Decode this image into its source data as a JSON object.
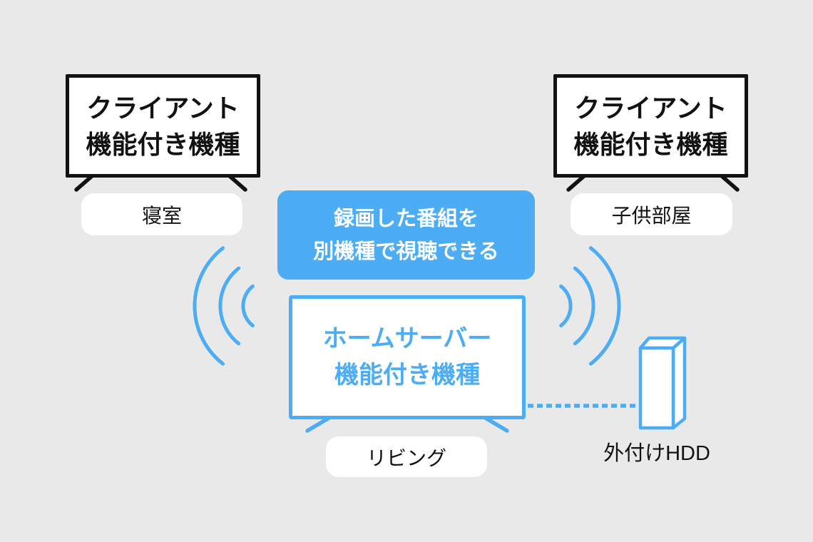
{
  "colors": {
    "background": "#E9E9E9",
    "accent": "#4CACF4",
    "ink": "#121212"
  },
  "clients": [
    {
      "name_line1": "クライアント",
      "name_line2": "機能付き機種",
      "room": "寝室"
    },
    {
      "name_line1": "クライアント",
      "name_line2": "機能付き機種",
      "room": "子供部屋"
    }
  ],
  "callout": {
    "line1": "録画した番組を",
    "line2": "別機種で視聴できる"
  },
  "server": {
    "name_line1": "ホームサーバー",
    "name_line2": "機能付き機種",
    "room": "リビング"
  },
  "hdd_label": "外付けHDD",
  "icons": [
    "tv-client-left-icon",
    "tv-client-right-icon",
    "tv-server-icon",
    "wifi-signal-left-icon",
    "wifi-signal-right-icon",
    "external-hdd-icon",
    "dashed-connection-line"
  ]
}
